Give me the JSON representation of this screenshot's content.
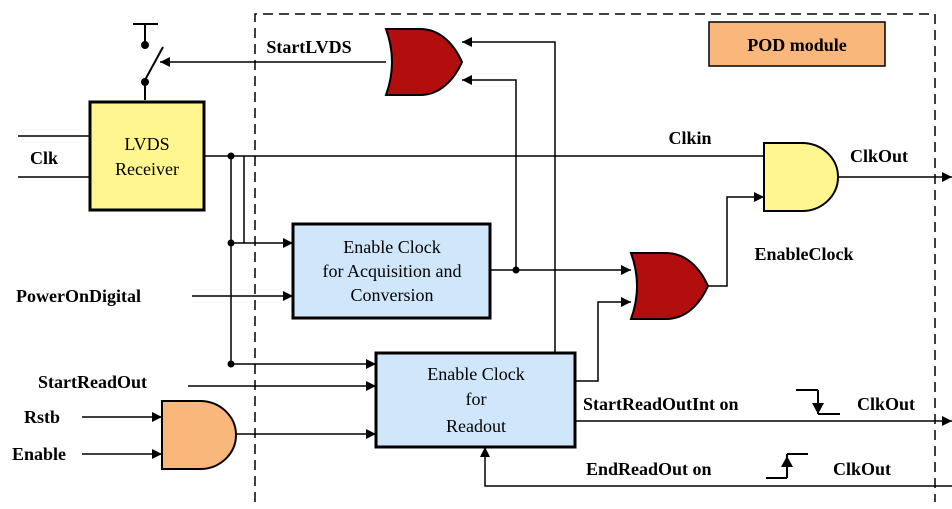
{
  "module_label": "POD module",
  "blocks": {
    "lvds_receiver": {
      "line1": "LVDS",
      "line2": "Receiver"
    },
    "enable_acq": {
      "line1": "Enable Clock",
      "line2": "for Acquisition and",
      "line3": "Conversion"
    },
    "enable_readout": {
      "line1": "Enable Clock",
      "line2": "for",
      "line3": "Readout"
    }
  },
  "signals": {
    "clk": "Clk",
    "start_lvds": "StartLVDS",
    "clkin": "Clkin",
    "clkout": "ClkOut",
    "enable_clock": "EnableClock",
    "power_on_digital": "PowerOnDigital",
    "start_readout": "StartReadOut",
    "rstb": "Rstb",
    "enable": "Enable",
    "start_readout_int": "StartReadOutInt on",
    "start_readout_int_clk": "ClkOut",
    "end_readout": "EndReadOut on",
    "end_readout_clk": "ClkOut"
  },
  "colors": {
    "lvds_fill": "#fff68f",
    "enable_block_fill": "#cfe6fb",
    "or_gate_fill": "#b20e0e",
    "and_out_fill": "#fff68f",
    "and_in_fill": "#f9b77b",
    "module_label_fill": "#f9b77b"
  }
}
